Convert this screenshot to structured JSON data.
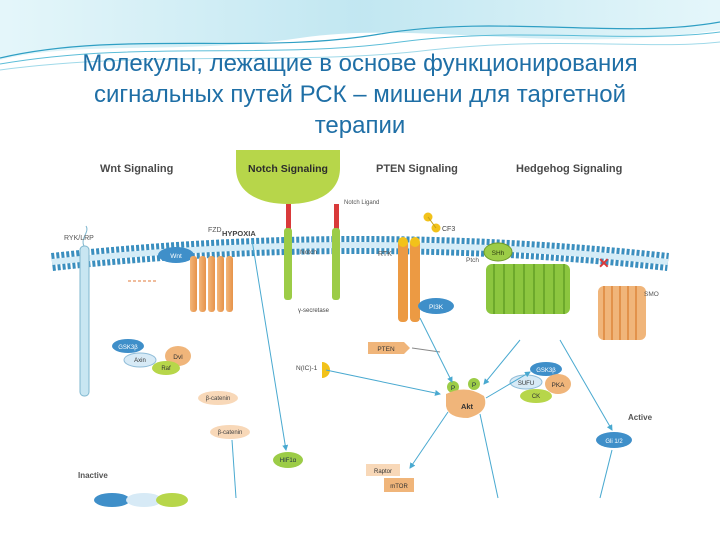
{
  "slide": {
    "title_line1": "Молекулы, лежащие в основе функционирования",
    "title_line2": "сигнальных путей РСК –  мишени для таргетной",
    "title_line3": "терапии"
  },
  "diagram": {
    "sections": {
      "wnt": "Wnt Signaling",
      "notch": "Notch Signaling",
      "pten": "PTEN Signaling",
      "hedgehog": "Hedgehog Signaling"
    },
    "labels": {
      "ryk_lrp": "RYK/LRP",
      "hypoxia": "HYPOXIA",
      "notch_ligand": "Notch Ligand",
      "notch": "Notch",
      "fzd": "FZD",
      "wnt": "Wnt",
      "rtk": "RTK",
      "cf3": "CF3",
      "shh": "SHh",
      "ptch": "Ptch",
      "smo": "SMO",
      "gamma_secretase": "γ-secretase",
      "pi3k": "PI3K",
      "gsk3b_left": "GSK3β",
      "axin": "Axin",
      "dvl": "Dvl",
      "raf": "Raf",
      "pten": "PTEN",
      "nicd": "N(IC)-1",
      "beta_catenin_1": "β-catenin",
      "beta_catenin_2": "β-catenin",
      "hif1a": "HIF1α",
      "p1": "P",
      "p2": "P",
      "akt": "Akt",
      "gsk3b_right": "GSK3β",
      "sufu": "SUFU",
      "pka": "PKA",
      "ck": "CK",
      "active": "Active",
      "gli": "Gli 1/2",
      "raptor": "Raptor",
      "mtor": "mTOR",
      "inactive": "Inactive",
      "x_mark": "✕"
    }
  }
}
